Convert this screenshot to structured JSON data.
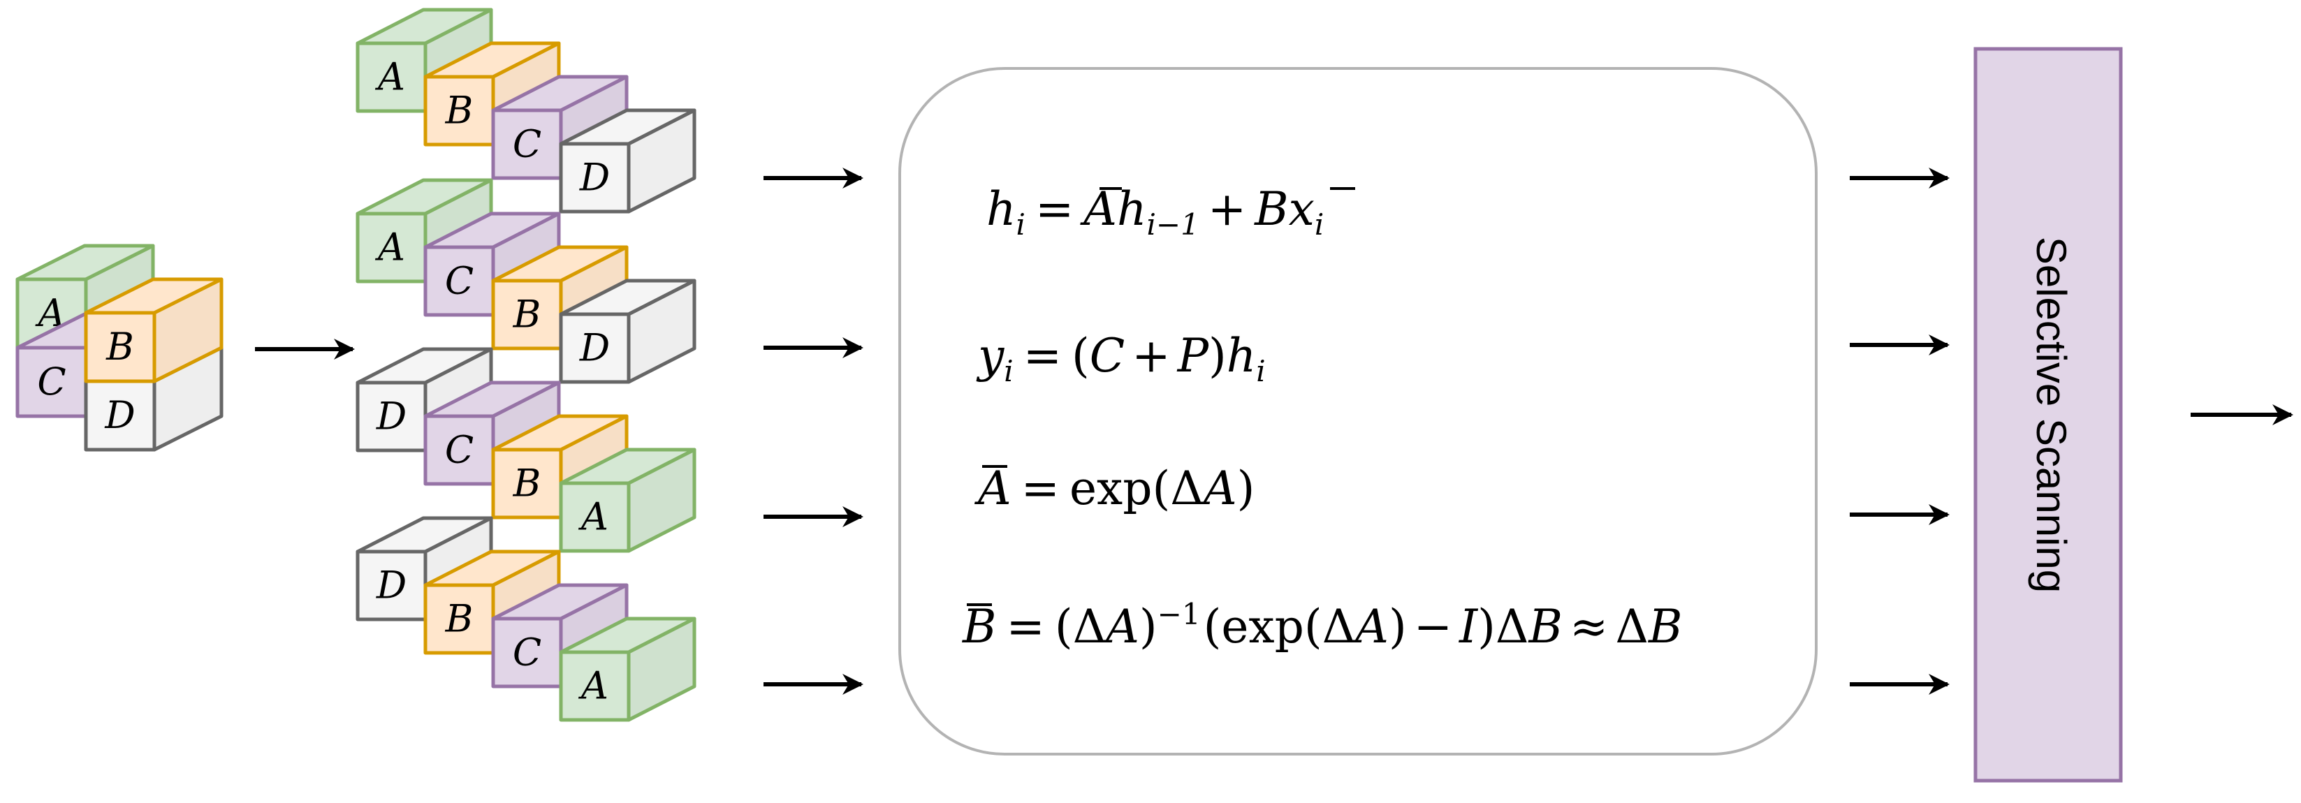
{
  "colors": {
    "A": {
      "fill": "#d5e8d4",
      "stroke": "#82b366"
    },
    "B": {
      "fill": "#ffe6cc",
      "stroke": "#d79b00"
    },
    "C": {
      "fill": "#e1d5e7",
      "stroke": "#9673a6"
    },
    "D": {
      "fill": "#f5f5f5",
      "stroke": "#666666"
    },
    "arrow": "#000000",
    "box_stroke": "#b3b3b3",
    "panel_fill": "#e1d5e7",
    "panel_stroke": "#9673a6"
  },
  "input_grid": {
    "top_row": [
      "A",
      "B"
    ],
    "bottom_row": [
      "C",
      "D"
    ]
  },
  "scan_sequences": [
    [
      "A",
      "B",
      "C",
      "D"
    ],
    [
      "A",
      "C",
      "B",
      "D"
    ],
    [
      "D",
      "C",
      "B",
      "A"
    ],
    [
      "D",
      "B",
      "C",
      "A"
    ]
  ],
  "equations": {
    "eq1": {
      "lhs": "h",
      "lhs_sub": "i",
      "eq": "=",
      "t1_main": "A",
      "t1_var": "h",
      "t1_sub": "i−1",
      "plus": "+",
      "t2_main": "B",
      "t2_var": "x",
      "t2_sub": "i"
    },
    "eq2": {
      "lhs": "y",
      "lhs_sub": "i",
      "eq": "=",
      "open": "(",
      "c": "C",
      "plus": "+",
      "p": "P",
      "close": ")",
      "h": "h",
      "h_sub": "i"
    },
    "eq3": {
      "lhs": "A",
      "eq": "=",
      "fn": "exp",
      "open": "(",
      "delta": "Δ",
      "a": "A",
      "close": ")"
    },
    "eq4": {
      "lhs": "B",
      "eq": "=",
      "open": "(",
      "delta1": "Δ",
      "a1": "A",
      "close": ")",
      "sup": "−1",
      "big_open": "(",
      "fn": "exp",
      "open2": "(",
      "delta2": "Δ",
      "a2": "A",
      "close2": ")",
      "minus": "−",
      "i": "I",
      "big_close": ")",
      "delta3": "Δ",
      "b3": "B",
      "approx": "≈",
      "delta4": "Δ",
      "b4": "B"
    }
  },
  "panel": {
    "label": "Selective Scanning"
  }
}
